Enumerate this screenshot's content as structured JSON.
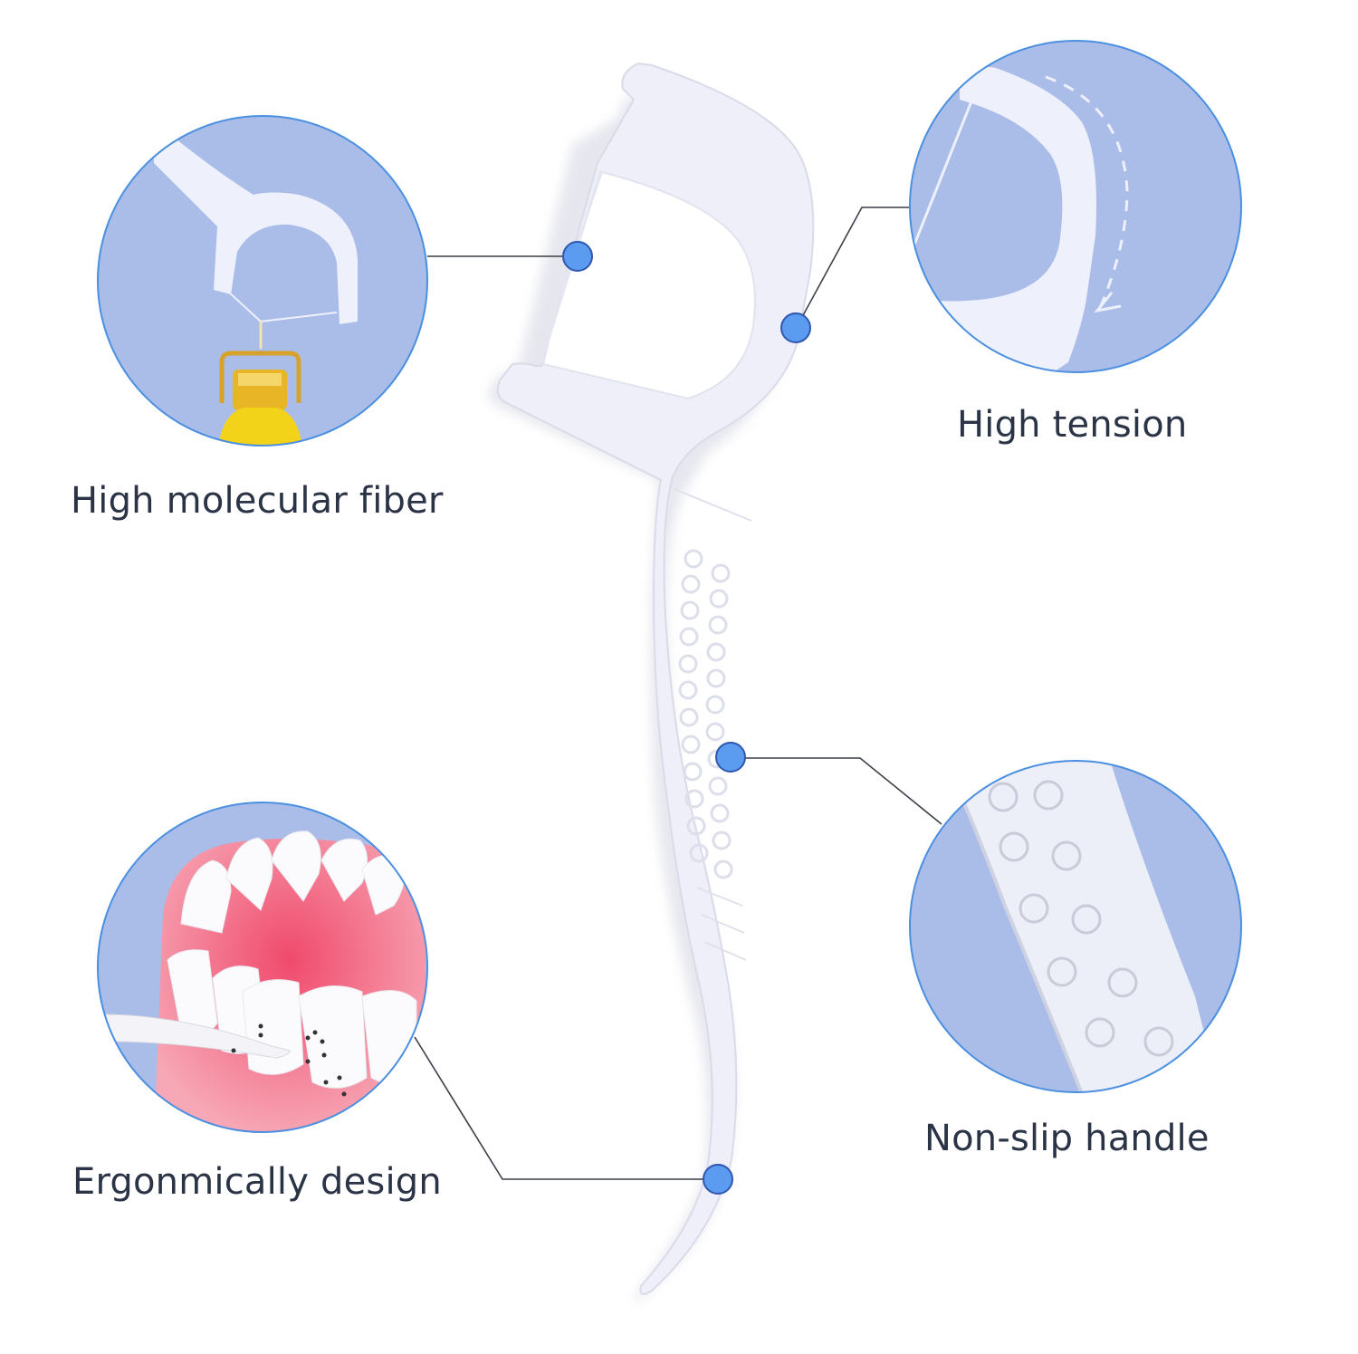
{
  "features": [
    {
      "id": "fiber",
      "label": "High molecular fiber",
      "position": "top-left"
    },
    {
      "id": "tension",
      "label": "High tension",
      "position": "top-right"
    },
    {
      "id": "ergonomic",
      "label": "Ergonmically design",
      "position": "bottom-left"
    },
    {
      "id": "nonslip",
      "label": "Non-slip handle",
      "position": "bottom-right"
    }
  ],
  "colors": {
    "circle_fill": "#a9bde8",
    "circle_border": "#4a8fe0",
    "dot_fill": "#5b9bf0",
    "dot_border": "#2f57b0",
    "leader_line": "#3b3f48",
    "label_text": "#2b3447",
    "flosser_body": "#eeeff9",
    "gum_pink": "#f06a84",
    "bottle_yellow": "#f3d21a"
  }
}
